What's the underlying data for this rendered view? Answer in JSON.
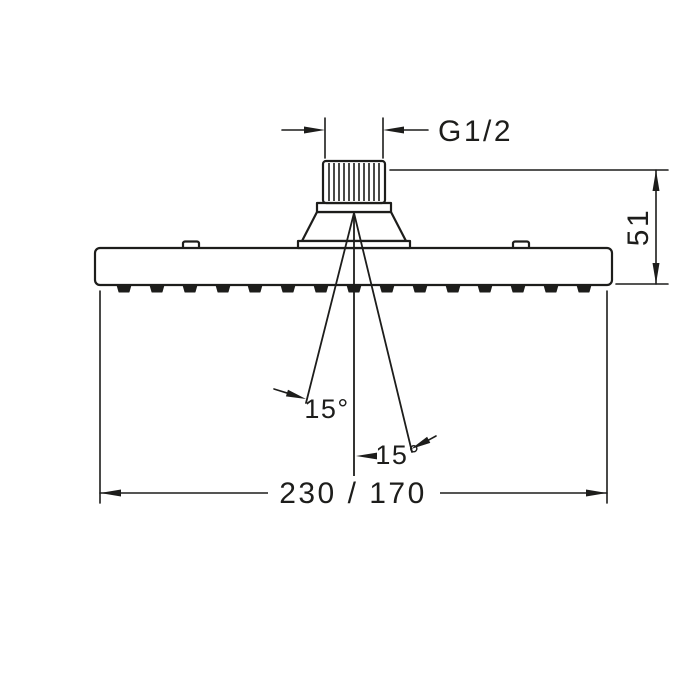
{
  "figure": {
    "background_color": "#ffffff",
    "line_color": "#1d1d1b"
  },
  "dimensions": {
    "thread_label": "G1/2",
    "height_label": "51",
    "angle_left_label": "15°",
    "angle_right_label": "15°",
    "width_label": "230 / 170"
  }
}
